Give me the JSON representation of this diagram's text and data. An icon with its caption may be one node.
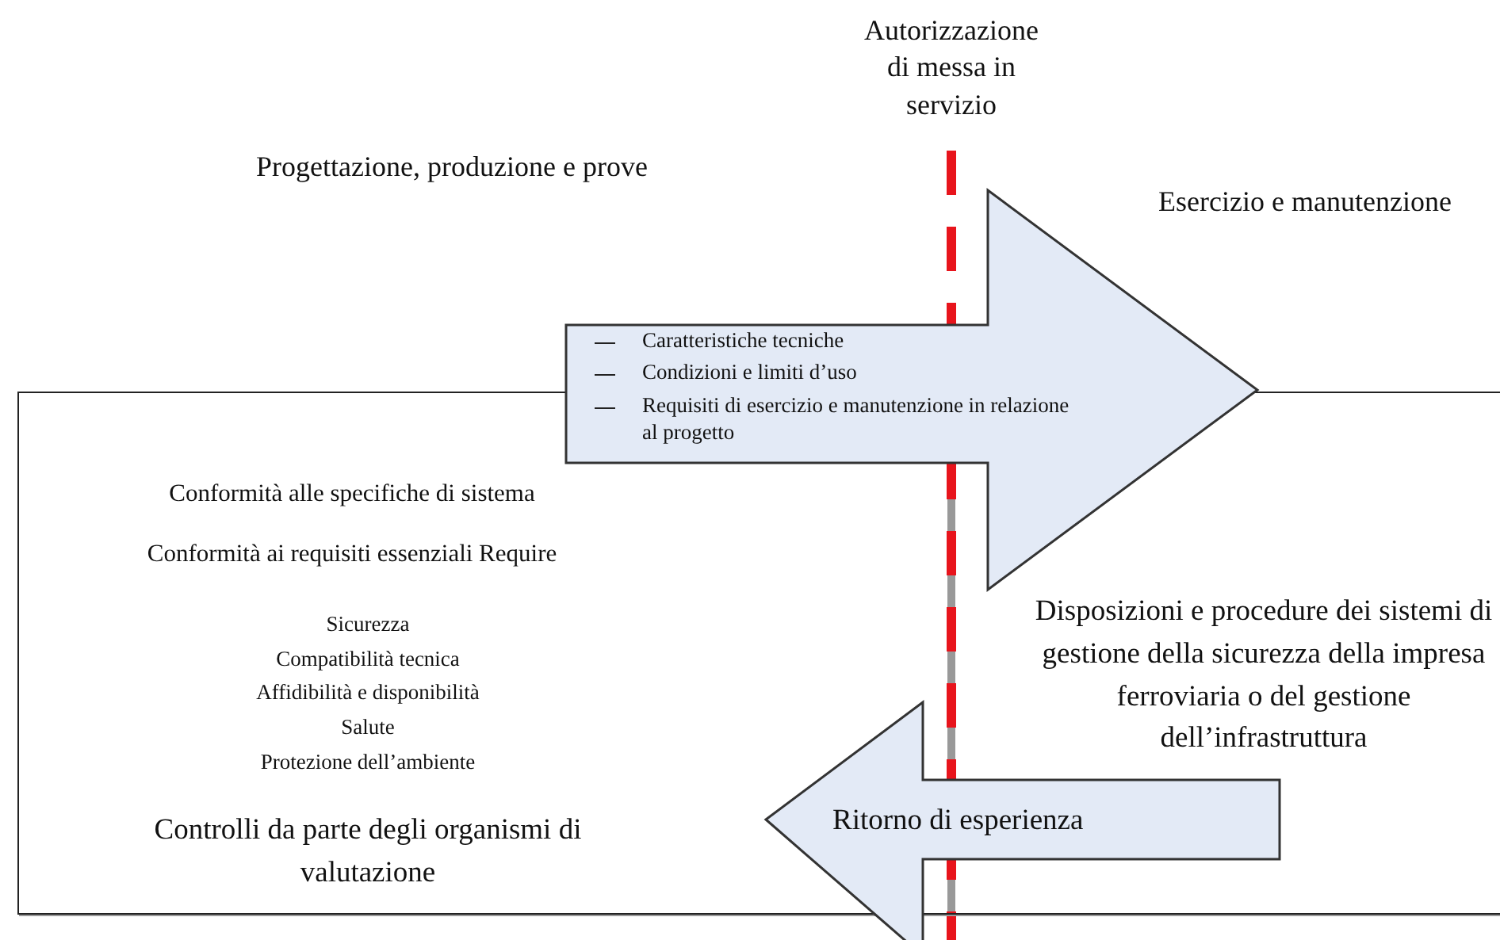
{
  "diagram": {
    "nodes": [
      {
        "text": [
          "Conformità alle specifiche di sistema",
          "Conformità ai requisiti essenziali Require",
          "Sicurezza",
          "Compatibilità tecnica",
          "Affidibilità e disponibilità",
          "Salute",
          "Protezione dell’ambiente",
          "Controlli da parte degli organismi di valutazione",
          "Disposizioni e procedure dei sistemi di gestione della sicurezza della impresa ferroviaria o del gestione dell’infrastruttura"
        ]
      },
      {
        "text": [
          "Caratteristiche tecniche",
          "Condizioni e limiti d’uso",
          "Requisiti di esercizio e manutenzione in relazione al progetto"
        ]
      },
      {
        "text": [
          "Ritorno di esperienza"
        ]
      }
    ],
    "labels": [
      "Autorizzazione di messa in servizio",
      "Progettazione, produzione e prove",
      "Esercizio e manutenzione"
    ]
  }
}
